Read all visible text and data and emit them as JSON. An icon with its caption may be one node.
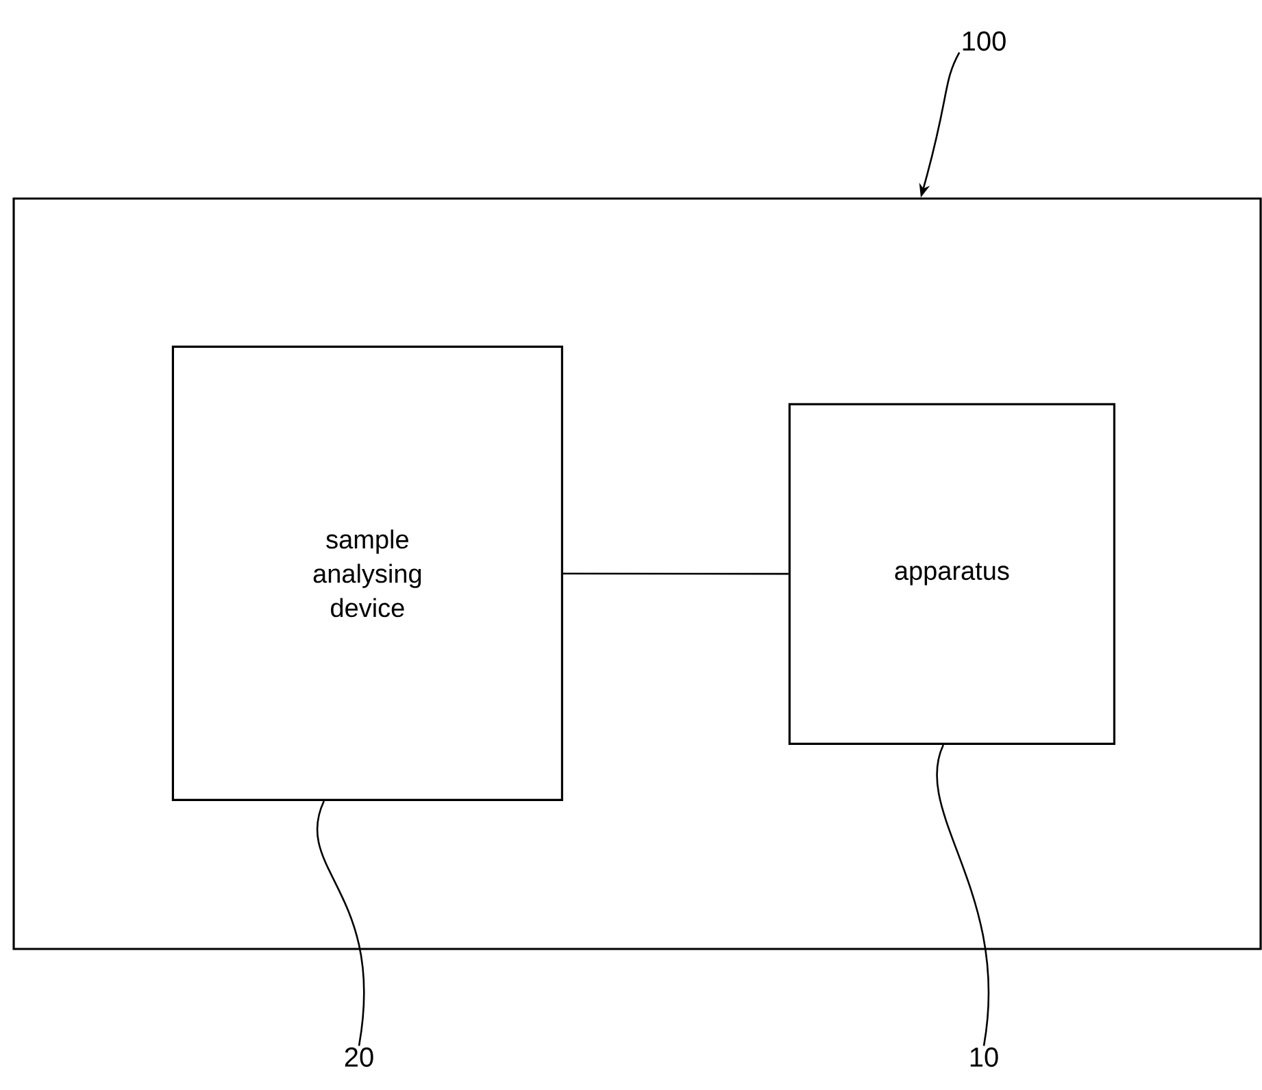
{
  "diagram": {
    "nodes": [
      {
        "text": [],
        "shape": "box"
      },
      {
        "text": [
          "sample analysing device"
        ],
        "in": 0
      },
      {
        "text": [
          "apparatus"
        ],
        "in": 0
      },
      {
        "text": [
          "100"
        ]
      },
      {
        "text": [
          "20"
        ]
      },
      {
        "text": [
          "10"
        ]
      }
    ],
    "edges": [
      {
        "from": 1,
        "to": 2,
        "arrow": "none"
      },
      {
        "from": 3,
        "to": 0,
        "arrow": "to"
      },
      {
        "from": 4,
        "to": 1,
        "arrow": "none"
      },
      {
        "from": 5,
        "to": 2,
        "arrow": "none"
      }
    ]
  }
}
